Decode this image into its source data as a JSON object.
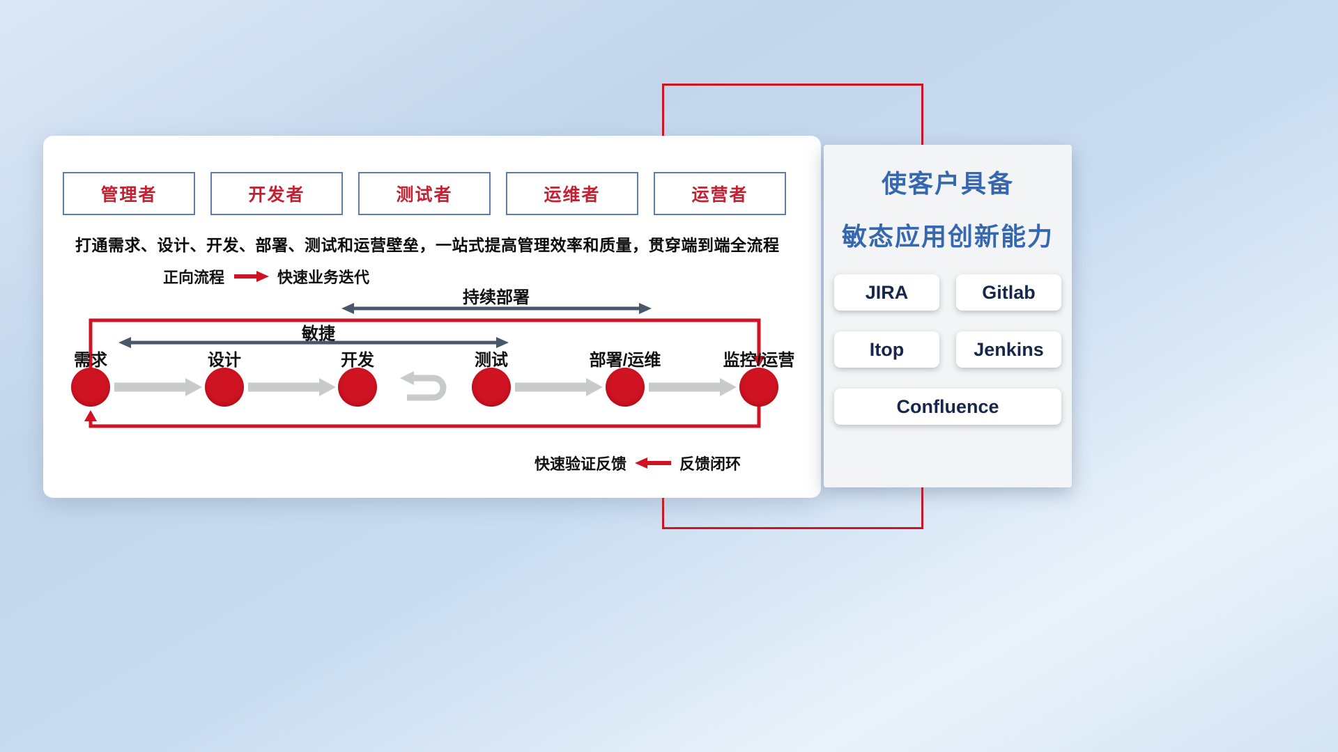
{
  "roles": {
    "items": [
      {
        "label": "管理者"
      },
      {
        "label": "开发者"
      },
      {
        "label": "测试者"
      },
      {
        "label": "运维者"
      },
      {
        "label": "运营者"
      }
    ]
  },
  "subtitle": "打通需求、设计、开发、部署、测试和运营壁垒，一站式提高管理效率和质量，贯穿端到端全流程",
  "legend": {
    "forward_label": "正向流程",
    "forward_desc": "快速业务迭代",
    "feedback_desc": "快速验证反馈",
    "feedback_label": "反馈闭环"
  },
  "flow": {
    "cd_label": "持续部署",
    "agile_label": "敏捷",
    "stages": [
      {
        "label": "需求"
      },
      {
        "label": "设计"
      },
      {
        "label": "开发"
      },
      {
        "label": "测试"
      },
      {
        "label": "部署/运维"
      },
      {
        "label": "监控/运营"
      }
    ]
  },
  "side_panel": {
    "title_line1": "使客户具备",
    "title_line2": "敏态应用创新能力",
    "tools": [
      {
        "label": "JIRA"
      },
      {
        "label": "Gitlab"
      },
      {
        "label": "Itop"
      },
      {
        "label": "Jenkins"
      },
      {
        "label": "Confluence"
      }
    ]
  },
  "colors": {
    "accent_red": "#cf1322",
    "title_blue": "#3568b0",
    "arrow_gray": "#c9cacb",
    "dark_arrow": "#47586b"
  }
}
